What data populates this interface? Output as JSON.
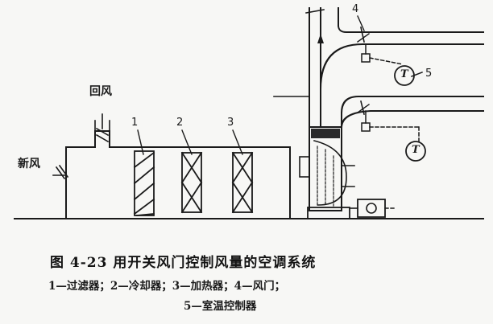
{
  "labels": {
    "return_air": "回风",
    "fresh_air": "新风",
    "part_1": "1",
    "part_2": "2",
    "part_3": "3",
    "part_4": "4",
    "part_5": "5",
    "thermostat_symbol": "T"
  },
  "caption": {
    "title": "图 4-23 用开关风门控制风量的空调系统",
    "legend_line1": "1—过滤器；2—冷却器；3—加热器；4—风门；",
    "legend_line2": "5—室温控制器"
  }
}
